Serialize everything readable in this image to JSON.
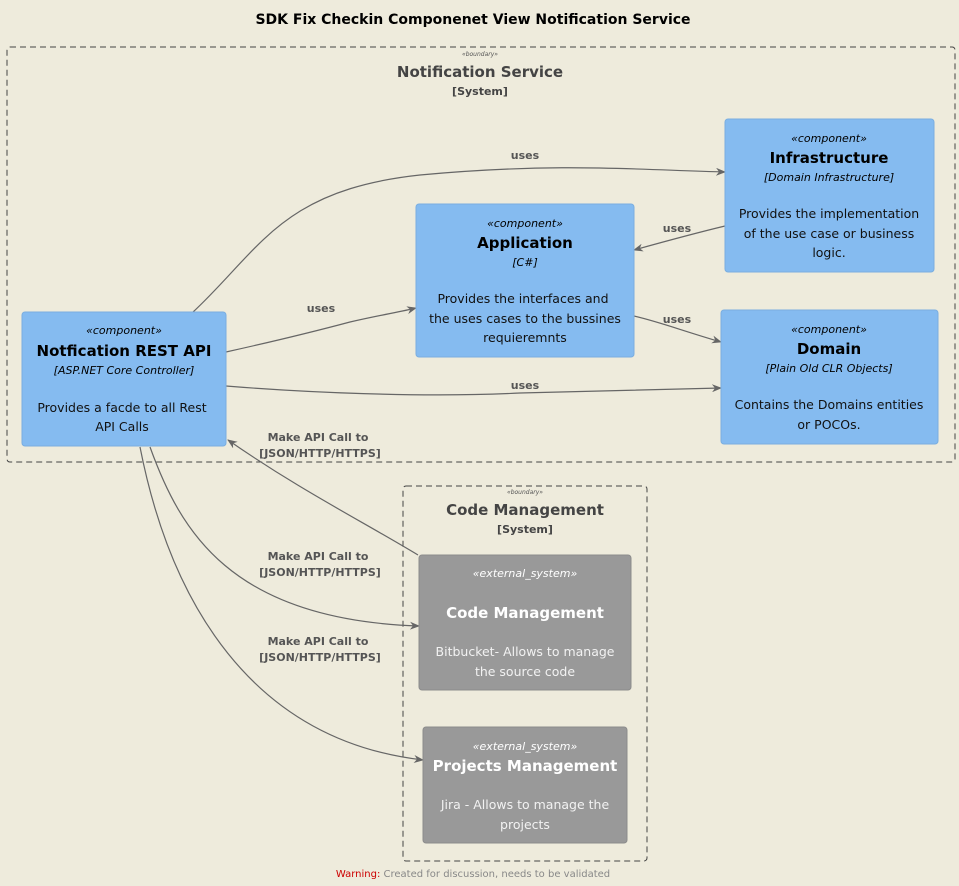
{
  "title": "SDK Fix Checkin Componenet View Notification Service",
  "boundaries": {
    "notification": {
      "stereotype": "«boundary»",
      "name": "Notification Service",
      "type": "[System]"
    },
    "code": {
      "stereotype": "«boundary»",
      "name": "Code Management",
      "type": "[System]"
    }
  },
  "components": {
    "api": {
      "stereotype": "«component»",
      "name": "Notfication REST API",
      "tech": "[ASP.NET Core Controller]",
      "desc": [
        "Provides a facde to all Rest",
        "API Calls"
      ]
    },
    "application": {
      "stereotype": "«component»",
      "name": "Application",
      "tech": "[C#]",
      "desc": [
        "Provides the interfaces and",
        "the uses cases to the bussines",
        "requieremnts"
      ]
    },
    "infrastructure": {
      "stereotype": "«component»",
      "name": "Infrastructure",
      "tech": "[Domain Infrastructure]",
      "desc": [
        "Provides the implementation",
        "of the use case or business",
        "logic."
      ]
    },
    "domain": {
      "stereotype": "«component»",
      "name": "Domain",
      "tech": "[Plain Old CLR Objects]",
      "desc": [
        "Contains the Domains entities",
        "or POCOs."
      ]
    }
  },
  "externals": {
    "code_mgmt": {
      "stereotype": "«external_system»",
      "name": "Code Management",
      "desc": [
        "Bitbucket- Allows to manage",
        "the source code"
      ]
    },
    "projects_mgmt": {
      "stereotype": "«external_system»",
      "name": "Projects Management",
      "desc": [
        "Jira - Allows to manage the",
        "projects"
      ]
    }
  },
  "relations": {
    "api_infra": "uses",
    "api_app": "uses",
    "api_domain": "uses",
    "infra_app": "uses",
    "app_domain": "uses",
    "code_to_api": [
      "Make API Call to",
      "[JSON/HTTP/HTTPS]"
    ],
    "api_to_code": [
      "Make API Call to",
      "[JSON/HTTP/HTTPS]"
    ],
    "api_to_projects": [
      "Make API Call to",
      "[JSON/HTTP/HTTPS]"
    ]
  },
  "warning": {
    "label": "Warning:",
    "text": " Created for discussion, needs to be validated"
  },
  "colors": {
    "background": "#eeebdc",
    "component": "#85bbf0",
    "external": "#999999",
    "edge": "#666666"
  }
}
